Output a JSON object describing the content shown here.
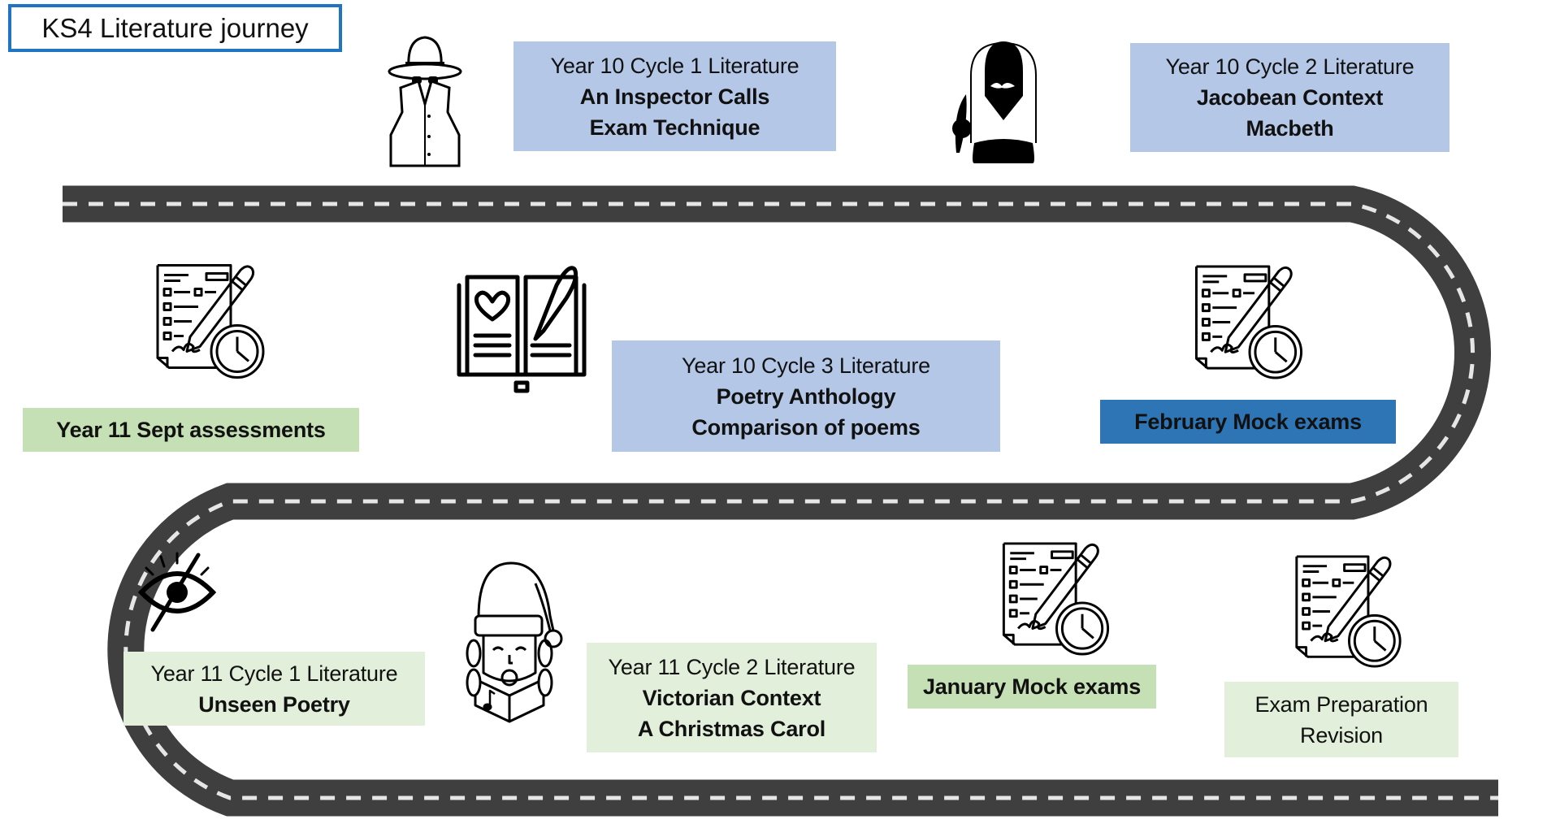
{
  "title": "KS4 Literature journey",
  "colors": {
    "title_border": "#1f74c4",
    "year10_box": "#b4c7e7",
    "mock_feb_box": "#2e75b6",
    "assessment_box": "#c5e0b4",
    "year11_box": "#e2efda",
    "road": "#3f3f3f",
    "road_line": "#e6e6e6"
  },
  "stages": [
    {
      "id": "y10c1",
      "icon": "detective-icon",
      "lines": [
        "Year 10 Cycle 1 Literature",
        "An Inspector Calls",
        "Exam Technique"
      ]
    },
    {
      "id": "y10c2",
      "icon": "shakespeare-icon",
      "lines": [
        "Year 10 Cycle 2 Literature",
        "Jacobean Context",
        "Macbeth"
      ]
    },
    {
      "id": "feb-mock",
      "icon": "exam-paper-clock-icon",
      "lines": [
        "February Mock exams"
      ]
    },
    {
      "id": "y10c3",
      "icon": "poetry-book-quill-icon",
      "lines": [
        "Year 10 Cycle 3 Literature",
        "Poetry Anthology",
        "Comparison of poems"
      ]
    },
    {
      "id": "sept-assess",
      "icon": "exam-paper-clock-icon",
      "lines": [
        "Year 11 Sept assessments"
      ]
    },
    {
      "id": "y11c1",
      "icon": "eye-slash-icon",
      "lines": [
        "Year 11 Cycle 1 Literature",
        "Unseen Poetry"
      ]
    },
    {
      "id": "y11c2",
      "icon": "caroler-icon",
      "lines": [
        "Year 11 Cycle 2 Literature",
        "Victorian Context",
        "A Christmas Carol"
      ]
    },
    {
      "id": "jan-mock",
      "icon": "exam-paper-clock-icon",
      "lines": [
        "January Mock exams"
      ]
    },
    {
      "id": "exam-prep",
      "icon": "exam-paper-clock-icon",
      "lines": [
        "Exam Preparation",
        "Revision"
      ]
    }
  ]
}
